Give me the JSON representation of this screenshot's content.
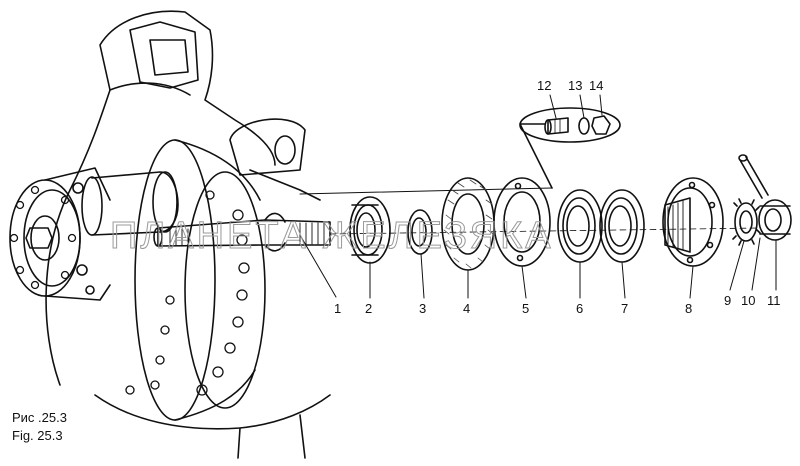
{
  "figure": {
    "caption_ru": "Рис .25.3",
    "caption_en": "Fig. 25.3",
    "watermark": "ПЛАНЕТА ЖЕЛЕЗЯКА"
  },
  "callouts": [
    "1",
    "2",
    "3",
    "4",
    "5",
    "6",
    "7",
    "8",
    "9",
    "10",
    "11",
    "12",
    "13",
    "14"
  ],
  "colors": {
    "line": "#111111",
    "paper": "#ffffff",
    "hatch": "#444444"
  }
}
